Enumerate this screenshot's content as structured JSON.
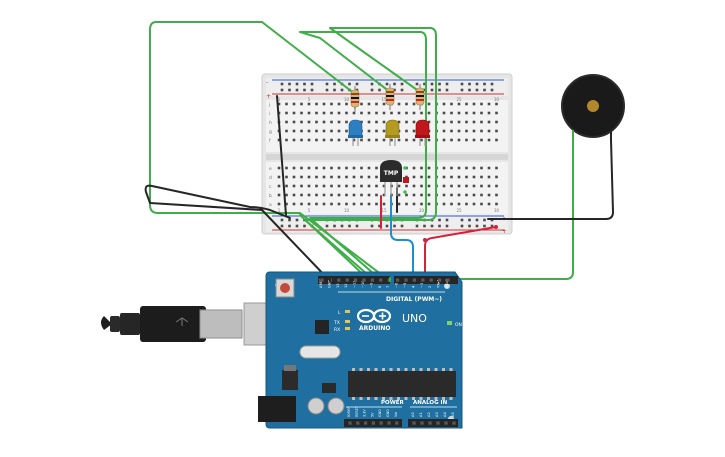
{
  "breadboard": {
    "rail_plus": "+",
    "rail_minus": "-",
    "row_letters_top": [
      "j",
      "i",
      "h",
      "g",
      "f"
    ],
    "row_letters_bottom": [
      "e",
      "d",
      "c",
      "b",
      "a"
    ],
    "column_labels": [
      "1",
      "5",
      "10",
      "15",
      "20",
      "25",
      "30"
    ]
  },
  "sensor": {
    "label": "TMP"
  },
  "arduino": {
    "brand": "ARDUINO",
    "model": "UNO",
    "digital_label": "DIGITAL (PWM~)",
    "power_label": "POWER",
    "analog_label": "ANALOG IN",
    "on_label": "ON",
    "tx_label": "TX",
    "rx_label": "RX",
    "l_label": "L",
    "digital_pins": [
      "AREF",
      "GND",
      "13",
      "12",
      "~11",
      "~10",
      "~9",
      "8",
      "7",
      "~6",
      "~5",
      "4",
      "~3",
      "2",
      "TX▸1",
      "RX◂0"
    ],
    "power_pins": [
      "IOREF",
      "RESET",
      "3.3V",
      "5V",
      "GND",
      "GND",
      "Vin"
    ],
    "analog_pins": [
      "A0",
      "A1",
      "A2",
      "A3",
      "A4",
      "A5"
    ]
  },
  "colors": {
    "wire_green": "#3fae49",
    "wire_black": "#262626",
    "wire_red": "#d5213a",
    "wire_blue": "#1b8fd0",
    "board_blue": "#1f6fa0",
    "led_blue": "#2e7fc1",
    "led_yellow": "#b39a21",
    "led_red": "#c1161b",
    "buzzer_black": "#1a1a1a",
    "buzzer_center": "#b3872b"
  }
}
